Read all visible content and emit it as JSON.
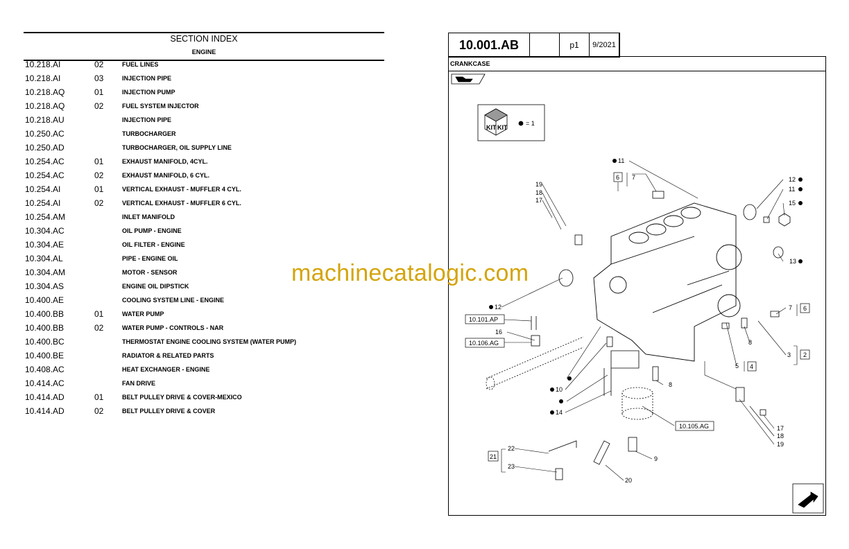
{
  "index": {
    "title": "SECTION INDEX",
    "subtitle": "ENGINE",
    "rows": [
      {
        "code": "10.218.AI",
        "var": "02",
        "desc": "FUEL LINES"
      },
      {
        "code": "10.218.AI",
        "var": "03",
        "desc": "INJECTION PIPE"
      },
      {
        "code": "10.218.AQ",
        "var": "01",
        "desc": "INJECTION PUMP"
      },
      {
        "code": "10.218.AQ",
        "var": "02",
        "desc": "FUEL SYSTEM INJECTOR"
      },
      {
        "code": "10.218.AU",
        "var": "",
        "desc": "INJECTION PIPE"
      },
      {
        "code": "10.250.AC",
        "var": "",
        "desc": "TURBOCHARGER"
      },
      {
        "code": "10.250.AD",
        "var": "",
        "desc": "TURBOCHARGER, OIL SUPPLY LINE"
      },
      {
        "code": "10.254.AC",
        "var": "01",
        "desc": "EXHAUST MANIFOLD, 4CYL."
      },
      {
        "code": "10.254.AC",
        "var": "02",
        "desc": "EXHAUST MANIFOLD, 6 CYL."
      },
      {
        "code": "10.254.AI",
        "var": "01",
        "desc": "VERTICAL EXHAUST - MUFFLER 4 CYL."
      },
      {
        "code": "10.254.AI",
        "var": "02",
        "desc": "VERTICAL EXHAUST - MUFFLER 6 CYL."
      },
      {
        "code": "10.254.AM",
        "var": "",
        "desc": "INLET MANIFOLD"
      },
      {
        "code": "10.304.AC",
        "var": "",
        "desc": "OIL PUMP - ENGINE"
      },
      {
        "code": "10.304.AE",
        "var": "",
        "desc": "OIL FILTER - ENGINE"
      },
      {
        "code": "10.304.AL",
        "var": "",
        "desc": "PIPE - ENGINE OIL"
      },
      {
        "code": "10.304.AM",
        "var": "",
        "desc": "MOTOR - SENSOR"
      },
      {
        "code": "10.304.AS",
        "var": "",
        "desc": "ENGINE OIL DIPSTICK"
      },
      {
        "code": "10.400.AE",
        "var": "",
        "desc": "COOLING SYSTEM LINE - ENGINE"
      },
      {
        "code": "10.400.BB",
        "var": "01",
        "desc": "WATER PUMP"
      },
      {
        "code": "10.400.BB",
        "var": "02",
        "desc": "WATER PUMP - CONTROLS - NAR"
      },
      {
        "code": "10.400.BC",
        "var": "",
        "desc": "THERMOSTAT  ENGINE COOLING SYSTEM (WATER PUMP)"
      },
      {
        "code": "10.400.BE",
        "var": "",
        "desc": "RADIATOR & RELATED PARTS"
      },
      {
        "code": "10.408.AC",
        "var": "",
        "desc": "HEAT EXCHANGER - ENGINE"
      },
      {
        "code": "10.414.AC",
        "var": "",
        "desc": "FAN DRIVE"
      },
      {
        "code": "10.414.AD",
        "var": "01",
        "desc": "BELT PULLEY DRIVE & COVER-MEXICO"
      },
      {
        "code": "10.414.AD",
        "var": "02",
        "desc": "BELT PULLEY DRIVE & COVER"
      }
    ]
  },
  "header": {
    "code": "10.001.AB",
    "blank": "",
    "page": "p1",
    "date": "9/2021"
  },
  "panel": {
    "title": "CRANKCASE",
    "kit_legend": "= 1",
    "kit_label": "KIT"
  },
  "callouts": {
    "c11a": "11",
    "c6a": "6",
    "c7a": "7",
    "c12a": "12",
    "c11b": "11",
    "c15": "15",
    "c19a": "19",
    "c18a": "18",
    "c17a": "17",
    "c13": "13",
    "c12b": "12",
    "ref1": "10.101.AP",
    "c7b": "7",
    "c6b": "6",
    "c16": "16",
    "ref2": "10.106.AG",
    "c8a": "8",
    "c5": "5",
    "c4": "4",
    "c3": "3",
    "c2": "2",
    "c10": "10",
    "c14": "14",
    "c8b": "8",
    "ref3": "10.105.AG",
    "c17b": "17",
    "c18b": "18",
    "c19b": "19",
    "c21": "21",
    "c22": "22",
    "c23": "23",
    "c9": "9",
    "c20": "20"
  },
  "watermark": "machinecatalogic.com"
}
